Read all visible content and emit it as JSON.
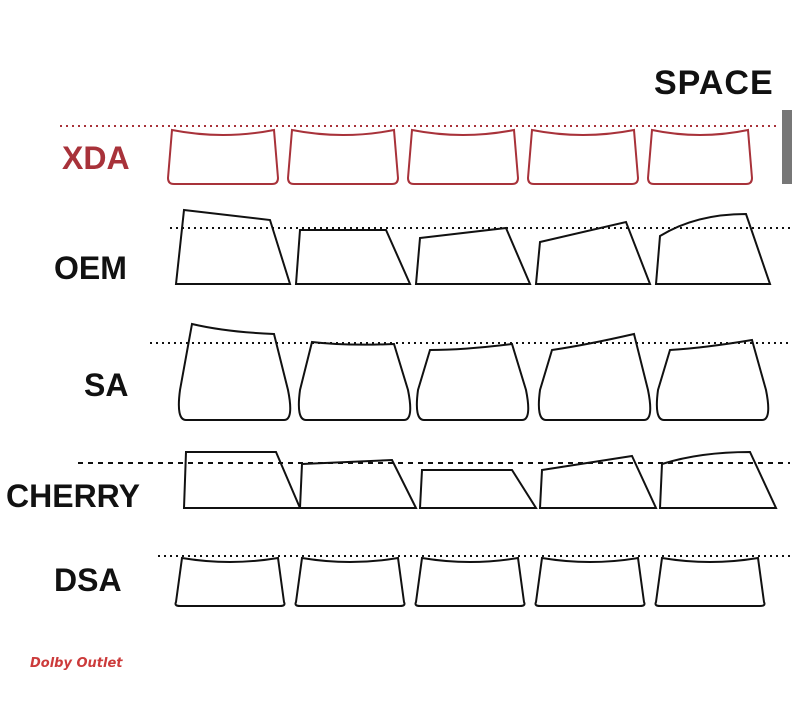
{
  "column_label": "SPACE",
  "watermark": "Dolby Outlet",
  "accent_color": "#a8323a",
  "rows": [
    {
      "label": "XDA",
      "color": "#a8323a",
      "shape": "xda"
    },
    {
      "label": "OEM",
      "color": "#111111",
      "shape": "oem"
    },
    {
      "label": "SA",
      "color": "#111111",
      "shape": "sa"
    },
    {
      "label": "CHERRY",
      "color": "#111111",
      "shape": "cherry"
    },
    {
      "label": "DSA",
      "color": "#111111",
      "shape": "dsa"
    }
  ]
}
